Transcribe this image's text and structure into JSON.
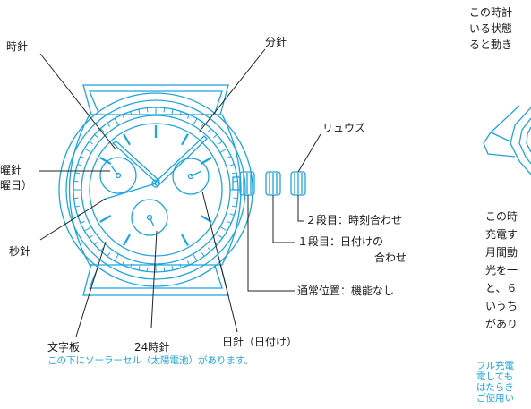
{
  "labels": {
    "hour_hand": "時針",
    "minute_hand": "分針",
    "crown": "リュウズ",
    "weekday_hand": "曜針",
    "weekday_sub": "曜日）",
    "second_hand": "秒針",
    "crown_pos2": "２段目：時刻合わせ",
    "crown_pos1_line1": "１段目：日付けの",
    "crown_pos1_line2": "合わせ",
    "crown_normal": "通常位置：機能なし",
    "dial": "文字板",
    "hour24_hand": "24時針",
    "date_hand": "日針（日付け）",
    "solar_note": "この下にソーラーセル（太陽電池）があります。"
  },
  "right_top_text": [
    "この時計",
    "いる状態",
    "ると動き"
  ],
  "right_mid_text": [
    "この時",
    "充電す",
    "月間動",
    "光を一",
    "と、６",
    "いうち",
    "があり"
  ],
  "right_bottom_note": [
    "フル充電",
    "電しても",
    "はたらき",
    "ご使用い"
  ],
  "colors": {
    "line": "#1fa4dc",
    "text": "#1a1a1a",
    "note": "#1fa4dc"
  }
}
